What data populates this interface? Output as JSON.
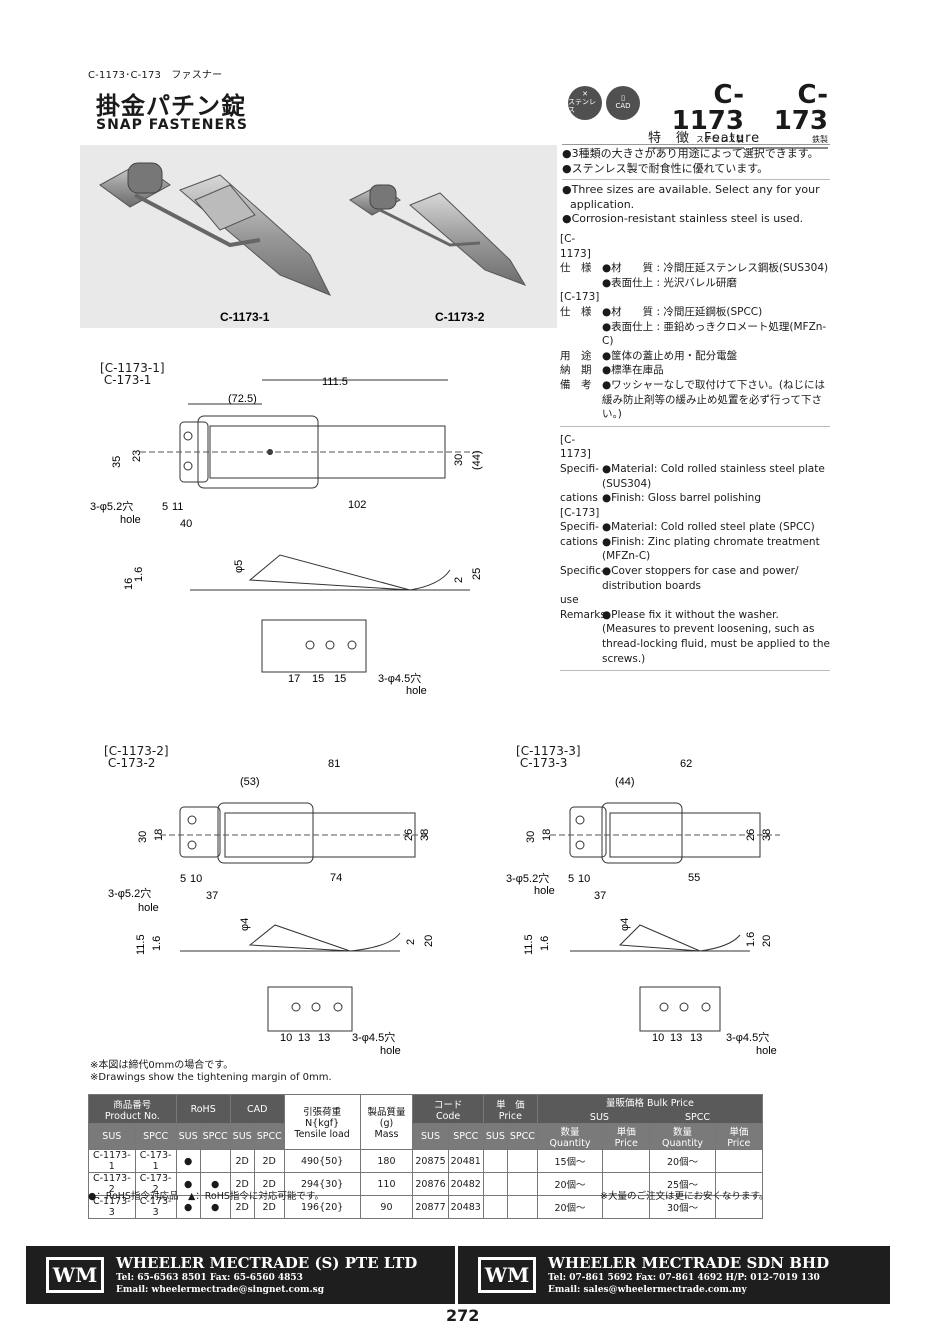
{
  "breadcrumb": "C-1173･C-173　ファスナー",
  "title_jp": "掛金パチン錠",
  "title_en": "SNAP  FASTENERS",
  "badges": {
    "stainless": "ステンレス",
    "cad": "CAD"
  },
  "models": [
    {
      "code": "C-1173",
      "sub": "ステンレス製"
    },
    {
      "code": "C-173",
      "sub": "鉄製"
    }
  ],
  "feature_heading": "特　徴　Feature",
  "features_jp": [
    "●3種類の大きさがあり用途によって選択できます。",
    "●ステンレス製で耐食性に優れています。"
  ],
  "features_en": [
    "●Three sizes are available. Select any for your application.",
    "●Corrosion-resistant stainless steel is used."
  ],
  "spec_jp": [
    {
      "k": "[C-1173]",
      "v": ""
    },
    {
      "k": "仕　様",
      "v": "●材　　質 : 冷間圧延ステンレス鋼板(SUS304)"
    },
    {
      "k": "",
      "v": "●表面仕上 : 光沢バレル研磨"
    },
    {
      "k": "[C-173]",
      "v": ""
    },
    {
      "k": "仕　様",
      "v": "●材　　質 : 冷間圧延鋼板(SPCC)"
    },
    {
      "k": "",
      "v": "●表面仕上 : 亜鉛めっきクロメート処理(MFZn-C)"
    },
    {
      "k": "用　途",
      "v": "●筐体の蓋止め用・配分電盤"
    },
    {
      "k": "納　期",
      "v": "●標準在庫品"
    },
    {
      "k": "備　考",
      "v": "●ワッシャーなしで取付けて下さい。(ねじには緩み防止剤等の緩み止め処置を必ず行って下さい。)"
    }
  ],
  "spec_en": [
    {
      "k": "[C-1173]",
      "v": ""
    },
    {
      "k": "Specifi-",
      "v": "●Material: Cold rolled stainless steel plate (SUS304)"
    },
    {
      "k": "cations",
      "v": "●Finish: Gloss barrel polishing"
    },
    {
      "k": "[C-173]",
      "v": ""
    },
    {
      "k": "Specifi-",
      "v": "●Material: Cold rolled steel plate (SPCC)"
    },
    {
      "k": "cations",
      "v": "●Finish: Zinc plating chromate treatment (MFZn-C)"
    },
    {
      "k": "Specific-",
      "v": "●Cover stoppers for case and power/ distribution boards"
    },
    {
      "k": "use",
      "v": ""
    },
    {
      "k": "Remarks",
      "v": "●Please fix it without the washer. (Measures to prevent loosening, such as thread-locking fluid, must be applied to the screws.)"
    }
  ],
  "photo_labels": [
    "C-1173-1",
    "C-1173-2"
  ],
  "drawings": {
    "d1": {
      "label1": "C-1173-1",
      "label2": "C-173-1",
      "dims": [
        "111.5",
        "(72.5)",
        "35",
        "23",
        "30",
        "(44)",
        "3-φ5.2穴",
        "hole",
        "5",
        "11",
        "40",
        "102",
        "16",
        "1.6",
        "φ5",
        "2",
        "25",
        "17",
        "15",
        "15",
        "3-φ4.5穴",
        "hole"
      ]
    },
    "d2": {
      "label1": "C-1173-2",
      "label2": "C-173-2",
      "dims": [
        "81",
        "(53)",
        "30",
        "18",
        "26",
        "38",
        "5",
        "10",
        "74",
        "3-φ5.2穴",
        "hole",
        "37",
        "φ4",
        "11.5",
        "1.6",
        "2",
        "20",
        "10",
        "13",
        "13",
        "3-φ4.5穴",
        "hole"
      ]
    },
    "d3": {
      "label1": "C-1173-3",
      "label2": "C-173-3",
      "dims": [
        "62",
        "(44)",
        "30",
        "18",
        "26",
        "38",
        "5",
        "10",
        "55",
        "3-φ5.2穴",
        "hole",
        "37",
        "φ4",
        "11.5",
        "1.6",
        "1.6",
        "20",
        "10",
        "13",
        "13",
        "3-φ4.5穴",
        "hole"
      ]
    }
  },
  "notes": [
    "※本図は締代0mmの場合です。",
    "※Drawings show the tightening margin of 0mm."
  ],
  "table": {
    "h_product": "商品番号",
    "h_product_en": "Product No.",
    "h_rohs": "RoHS",
    "h_cad": "CAD",
    "h_tensile": "引張荷重 N{kgf}",
    "h_tensile_en": "Tensile load",
    "h_mass": "製品質量(g)",
    "h_mass_en": "Mass",
    "h_code": "コード",
    "h_code_en": "Code",
    "h_price": "単　価",
    "h_price_en": "Price",
    "h_bulk": "量販価格 Bulk Price",
    "sus": "SUS",
    "spcc": "SPCC",
    "qty": "数量 Quantity",
    "unit": "単価 Price",
    "rows": [
      [
        "C-1173-1",
        "C-173-1",
        "●",
        "",
        "2D",
        "2D",
        "490{50}",
        "180",
        "20875",
        "20481",
        "",
        "",
        "15個～",
        "",
        "20個～",
        ""
      ],
      [
        "C-1173-2",
        "C-173-2",
        "●",
        "●",
        "2D",
        "2D",
        "294{30}",
        "110",
        "20876",
        "20482",
        "",
        "",
        "20個～",
        "",
        "25個～",
        ""
      ],
      [
        "C-1173-3",
        "C-173-3",
        "●",
        "●",
        "2D",
        "2D",
        "196{20}",
        "90",
        "20877",
        "20483",
        "",
        "",
        "20個～",
        "",
        "30個～",
        ""
      ]
    ]
  },
  "legend": "●：RoHS指令対応品　▲：RoHS指令に対応可能です。",
  "bulk_note": "※大量のご注文は更にお安くなります。",
  "footer": [
    {
      "logo": "WM",
      "name": "WHEELER MECTRADE (S) PTE LTD",
      "tel": "Tel: 65-6563 8501   Fax: 65-6560 4853",
      "email": "Email: wheelermectrade@singnet.com.sg"
    },
    {
      "logo": "WM",
      "name": "WHEELER MECTRADE SDN BHD",
      "tel": "Tel: 07-861 5692   Fax: 07-861 4692   H/P: 012-7019 130",
      "email": "Email:  sales@wheelermectrade.com.my"
    }
  ],
  "page_number": "272"
}
